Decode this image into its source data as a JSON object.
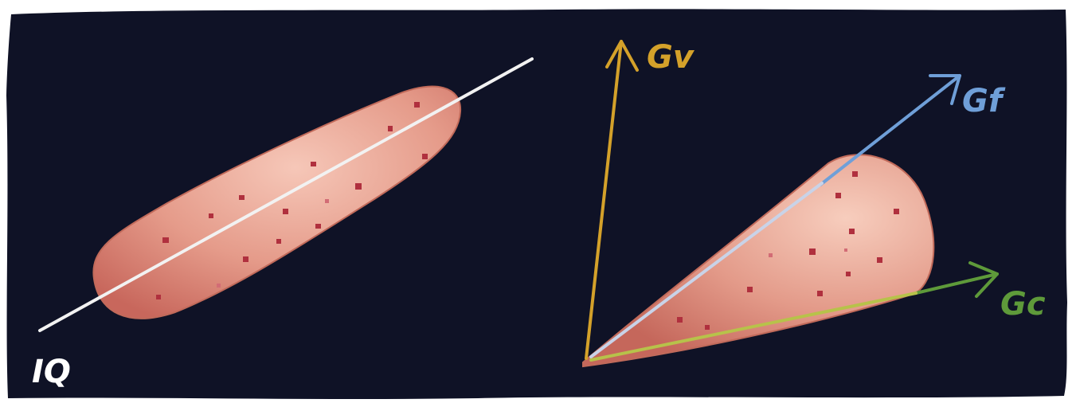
{
  "labels": {
    "iq": "IQ",
    "gv": "Gv",
    "gf": "Gf",
    "gc": "Gc"
  },
  "colors": {
    "background": "#0f1226",
    "paper": "#ffffff",
    "blob": "#d9877a",
    "blob_highlight": "#f4c0b0",
    "speckle": "#b0303e",
    "iq_axis": "#f2f2f2",
    "gv_axis": "#d4a12a",
    "gf_axis": "#6f9fd8",
    "gc_axis": "#5e9a3a"
  }
}
